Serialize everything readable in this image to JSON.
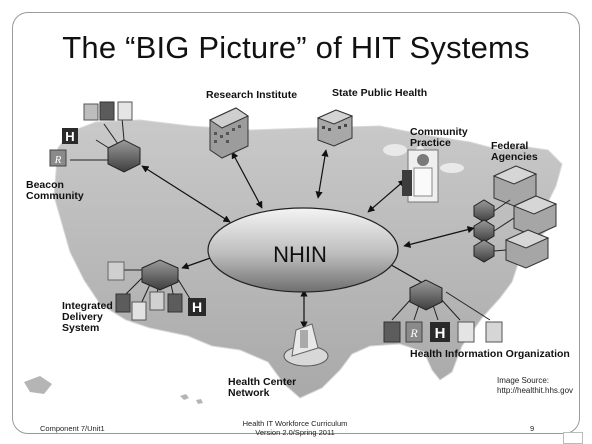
{
  "title": "The “BIG Picture” of HIT Systems",
  "center": "NHIN",
  "nodes": {
    "research": "Research Institute",
    "state": "State Public Health",
    "community_1": "Community",
    "community_2": "Practice",
    "federal_1": "Federal",
    "federal_2": "Agencies",
    "beacon_1": "Beacon",
    "beacon_2": "Community",
    "ids_1": "Integrated",
    "ids_2": "Delivery",
    "ids_3": "System",
    "hcn_1": "Health Center",
    "hcn_2": "Network",
    "hio": "Health Information Organization"
  },
  "source_1": "Image Source:",
  "source_2": "http://healthit.hhs.gov",
  "footer": {
    "left": "Component 7/Unit1",
    "center_1": "Health IT Workforce Curriculum",
    "center_2": "Version 2.0/Spring 2011",
    "page": "9"
  },
  "icon_letters": {
    "h": "H",
    "rx": "R"
  }
}
